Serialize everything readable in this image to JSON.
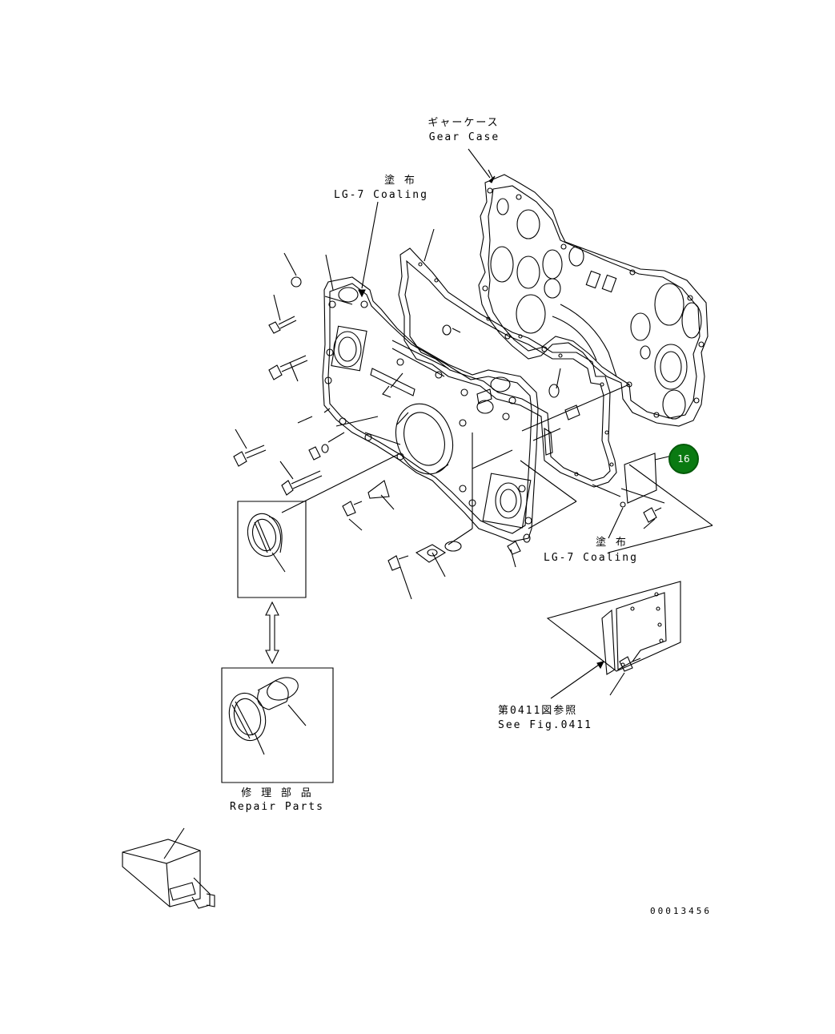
{
  "labels": {
    "gear_case_jp": "ギャーケース",
    "gear_case_en": "Gear Case",
    "coating_top_jp": "塗 布",
    "coating_top_en": "LG-7 Coaling",
    "coating_right_jp": "塗 布",
    "coating_right_en": "LG-7 Coaling",
    "see_fig_jp": "第0411図参照",
    "see_fig_en": "See Fig.0411",
    "repair_parts_jp": "修 理 部 品",
    "repair_parts_en": "Repair Parts",
    "drawing_number": "00013456"
  },
  "callout": {
    "number": "16",
    "color": "#0a7a12"
  }
}
